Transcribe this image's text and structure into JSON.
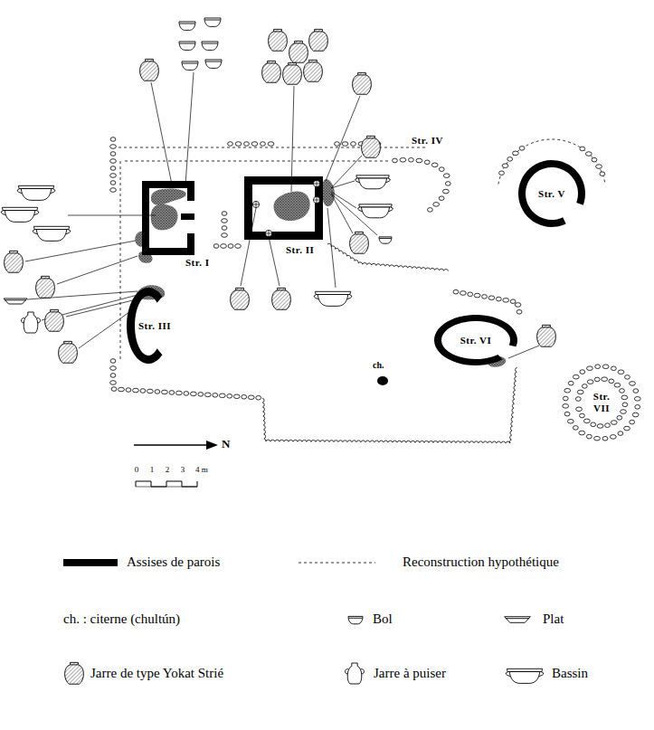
{
  "diagram": {
    "nodes": [
      {
        "text": [
          "Str. I"
        ]
      },
      {
        "text": [
          "Str. II"
        ]
      },
      {
        "text": [
          "Str. III"
        ]
      },
      {
        "text": [
          "Str. IV"
        ]
      },
      {
        "text": [
          "Str. V"
        ]
      },
      {
        "text": [
          "Str. VI"
        ]
      },
      {
        "text": [
          "Str. VII"
        ]
      }
    ],
    "labels": [
      "ch.",
      "N",
      "0",
      "1",
      "2",
      "3",
      "4 m"
    ],
    "legend": [
      {
        "text": "Assises de parois"
      },
      {
        "text": "Reconstruction hypothétique"
      },
      {
        "text": "ch. : citerne (chultún)"
      },
      {
        "text": "Bol"
      },
      {
        "text": "Plat"
      },
      {
        "text": "Jarre de type Yokat Strié"
      },
      {
        "text": "Jarre à puiser"
      },
      {
        "text": "Bassin"
      }
    ]
  }
}
